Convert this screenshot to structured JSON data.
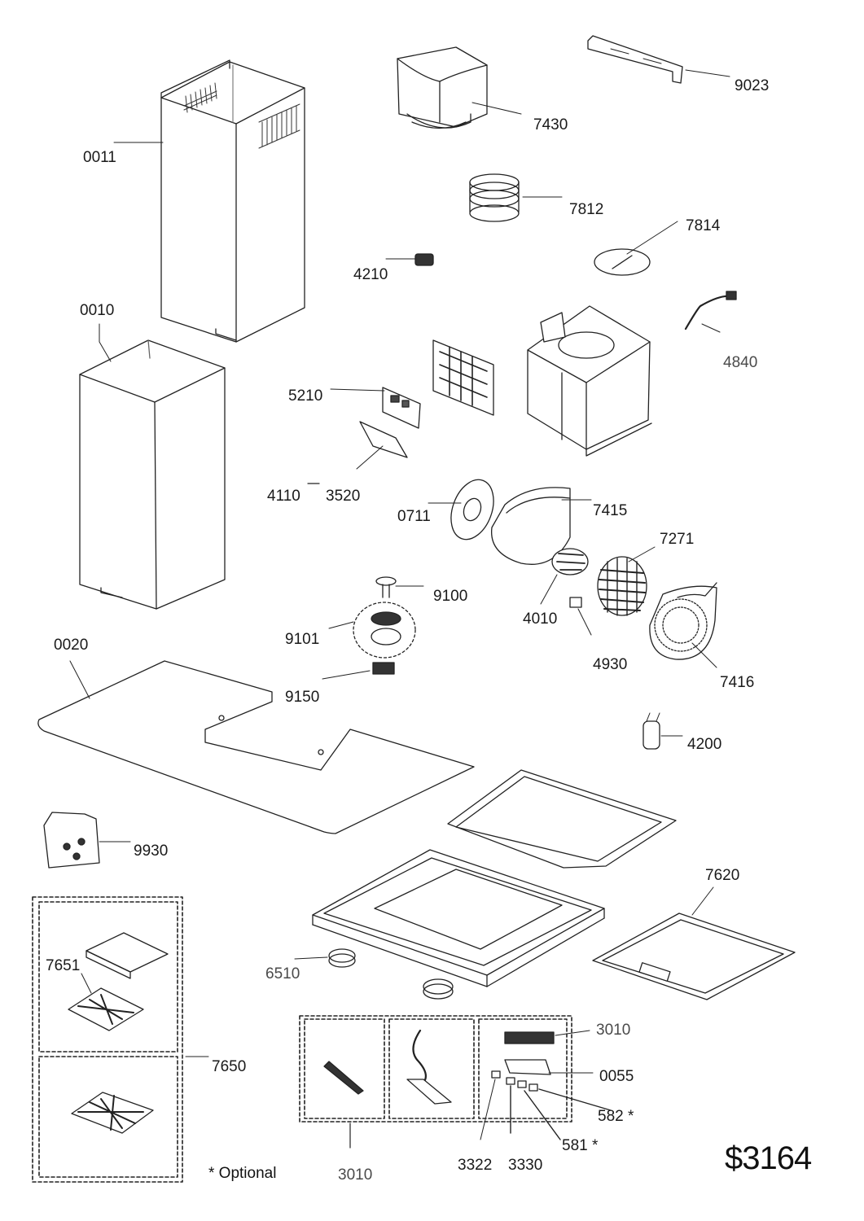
{
  "parts": [
    {
      "id": "9023"
    },
    {
      "id": "7430"
    },
    {
      "id": "0011"
    },
    {
      "id": "7812"
    },
    {
      "id": "7814"
    },
    {
      "id": "4210"
    },
    {
      "id": "0010"
    },
    {
      "id": "4840"
    },
    {
      "id": "5210"
    },
    {
      "id": "4110"
    },
    {
      "id": "3520"
    },
    {
      "id": "0711"
    },
    {
      "id": "7415"
    },
    {
      "id": "7271"
    },
    {
      "id": "9100"
    },
    {
      "id": "4010"
    },
    {
      "id": "9101"
    },
    {
      "id": "0020"
    },
    {
      "id": "4930"
    },
    {
      "id": "7416"
    },
    {
      "id": "9150"
    },
    {
      "id": "4200"
    },
    {
      "id": "9930"
    },
    {
      "id": "7620"
    },
    {
      "id": "7651"
    },
    {
      "id": "6510"
    },
    {
      "id": "3010"
    },
    {
      "id": "7650"
    },
    {
      "id": "0055"
    },
    {
      "id": "582 *"
    },
    {
      "id": "581 *"
    },
    {
      "id": "3322"
    },
    {
      "id": "3330"
    },
    {
      "id": "3010"
    }
  ],
  "footnote": "* Optional",
  "diagram_code": "$3164"
}
